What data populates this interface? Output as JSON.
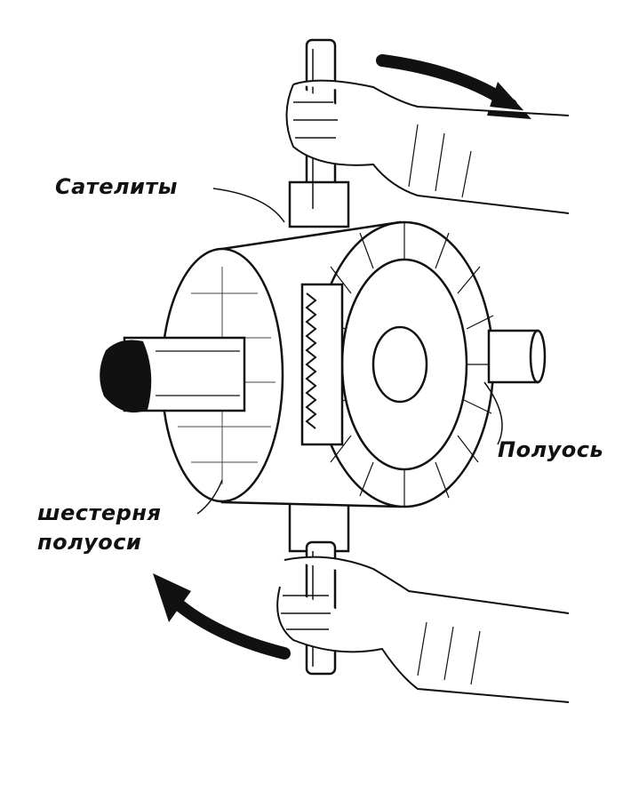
{
  "labels": {
    "satellites": "Сателиты",
    "axle_shaft": "Полуось",
    "axle_gear_line1": "шестерня",
    "axle_gear_line2": "полуоси"
  },
  "colors": {
    "ink": "#111111",
    "background": "#ffffff"
  }
}
